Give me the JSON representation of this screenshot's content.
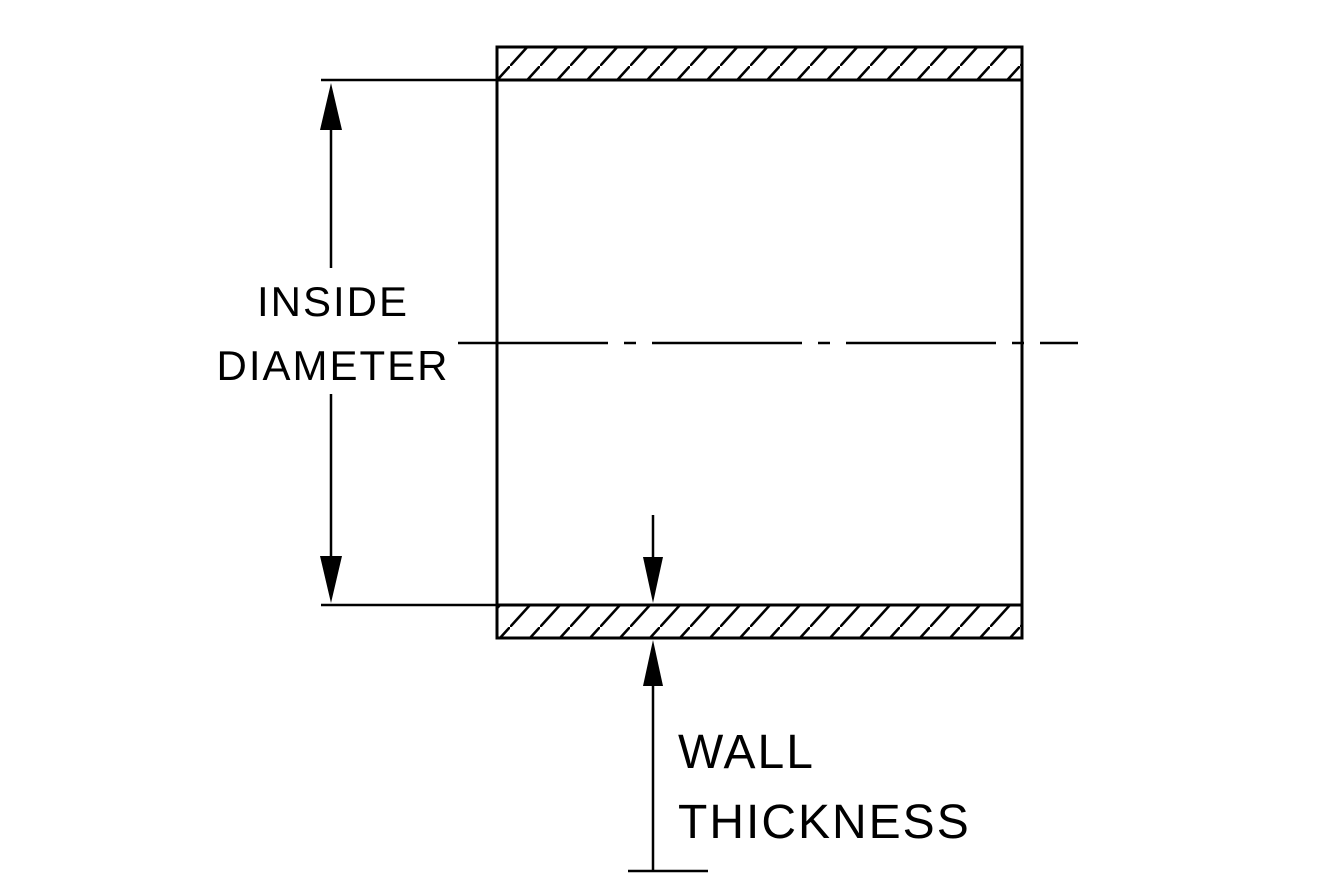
{
  "page": {
    "background": "#ffffff",
    "ink": "#000000"
  },
  "labels": {
    "inside_diameter": {
      "line1": "INSIDE",
      "line2": "DIAMETER"
    },
    "wall_thickness": {
      "line1": "WALL",
      "line2": "THICKNESS"
    }
  }
}
